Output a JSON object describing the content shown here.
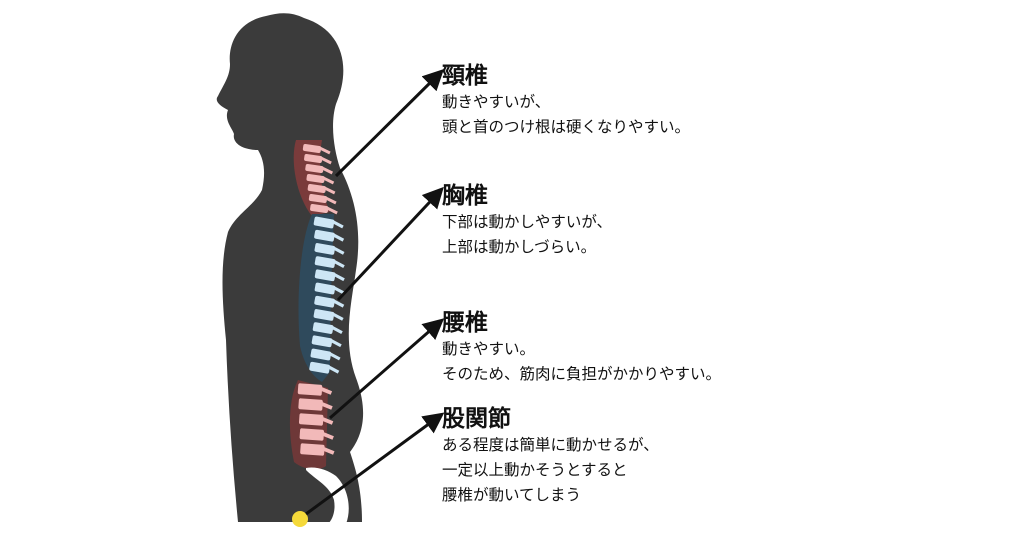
{
  "labels": [
    {
      "title": "頸椎",
      "lines": [
        "動きやすいが、",
        "頭と首のつけ根は硬くなりやすい。"
      ]
    },
    {
      "title": "胸椎",
      "lines": [
        "下部は動かしやすいが、",
        "上部は動かしづらい。"
      ]
    },
    {
      "title": "腰椎",
      "lines": [
        "動きやすい。",
        "そのため、筋肉に負担がかかりやすい。"
      ]
    },
    {
      "title": "股関節",
      "lines": [
        "ある程度は簡単に動かせるが、",
        "一定以上動かそうとすると",
        "腰椎が動いてしまう"
      ]
    }
  ],
  "colors": {
    "body": "#3b3b3b",
    "cervical_region": "#7a3b3b",
    "thoracic_region": "#2f4a5c",
    "lumbar_region": "#6e3838",
    "vertebra_cervical": "#f2b9b9",
    "vertebra_thoracic": "#cde6f5",
    "vertebra_lumbar": "#f2b9b9",
    "vertebra_sacrum": "#ffffff",
    "hip_joint": "#f5d93a",
    "arrow": "#111111"
  }
}
